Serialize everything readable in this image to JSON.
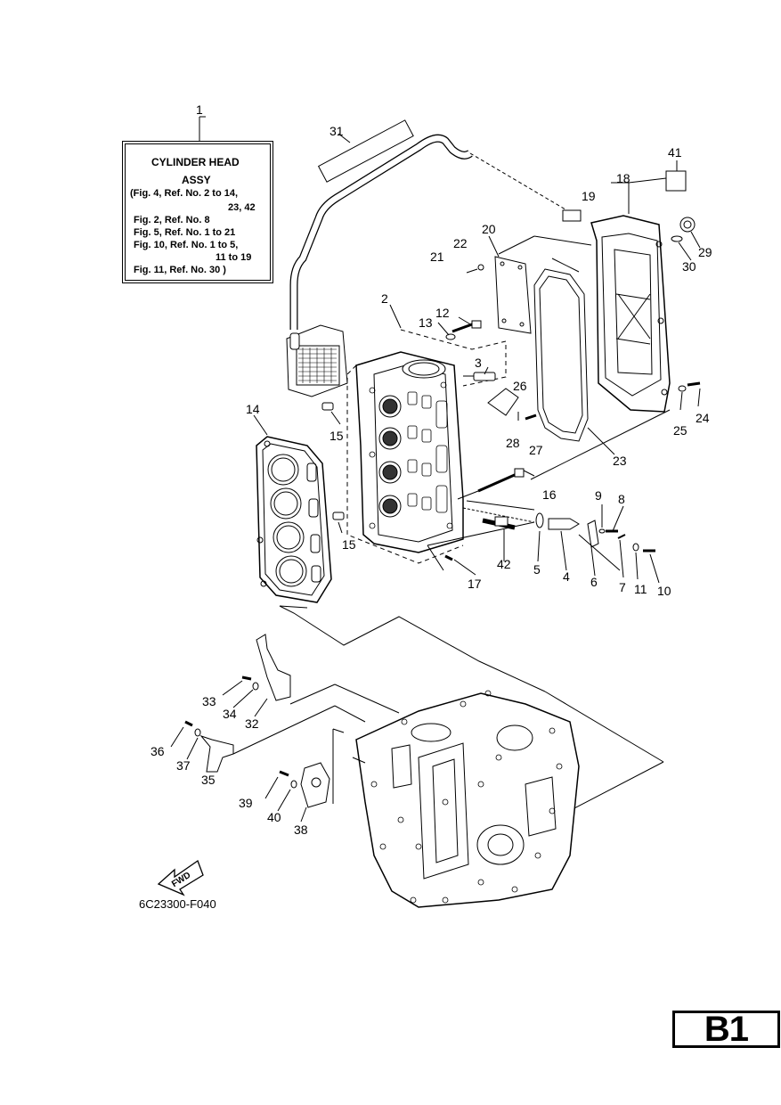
{
  "info_box": {
    "title": "CYLINDER HEAD",
    "subtitle": "ASSY",
    "lines": [
      "(Fig. 4, Ref. No. 2 to 14,",
      "23, 42",
      "Fig. 2, Ref. No. 8",
      "Fig. 5, Ref. No. 1 to 21",
      "Fig. 10, Ref. No. 1 to 5,",
      "11 to 19",
      "Fig. 11, Ref. No. 30 )"
    ]
  },
  "callouts": {
    "c1": "1",
    "c2": "2",
    "c3": "3",
    "c4": "4",
    "c5": "5",
    "c6": "6",
    "c7": "7",
    "c8": "8",
    "c9": "9",
    "c10": "10",
    "c11": "11",
    "c12": "12",
    "c13": "13",
    "c14": "14",
    "c15a": "15",
    "c15b": "15",
    "c16": "16",
    "c17": "17",
    "c18": "18",
    "c19": "19",
    "c20": "20",
    "c21": "21",
    "c22": "22",
    "c23": "23",
    "c24": "24",
    "c25": "25",
    "c26": "26",
    "c27": "27",
    "c28": "28",
    "c29": "29",
    "c30": "30",
    "c31": "31",
    "c32": "32",
    "c33": "33",
    "c34": "34",
    "c35": "35",
    "c36": "36",
    "c37": "37",
    "c38": "38",
    "c39": "39",
    "c40": "40",
    "c41": "41",
    "c42": "42"
  },
  "fwd_label": "FWD",
  "drawing_code": "6C23300-F040",
  "page_id": "B1"
}
